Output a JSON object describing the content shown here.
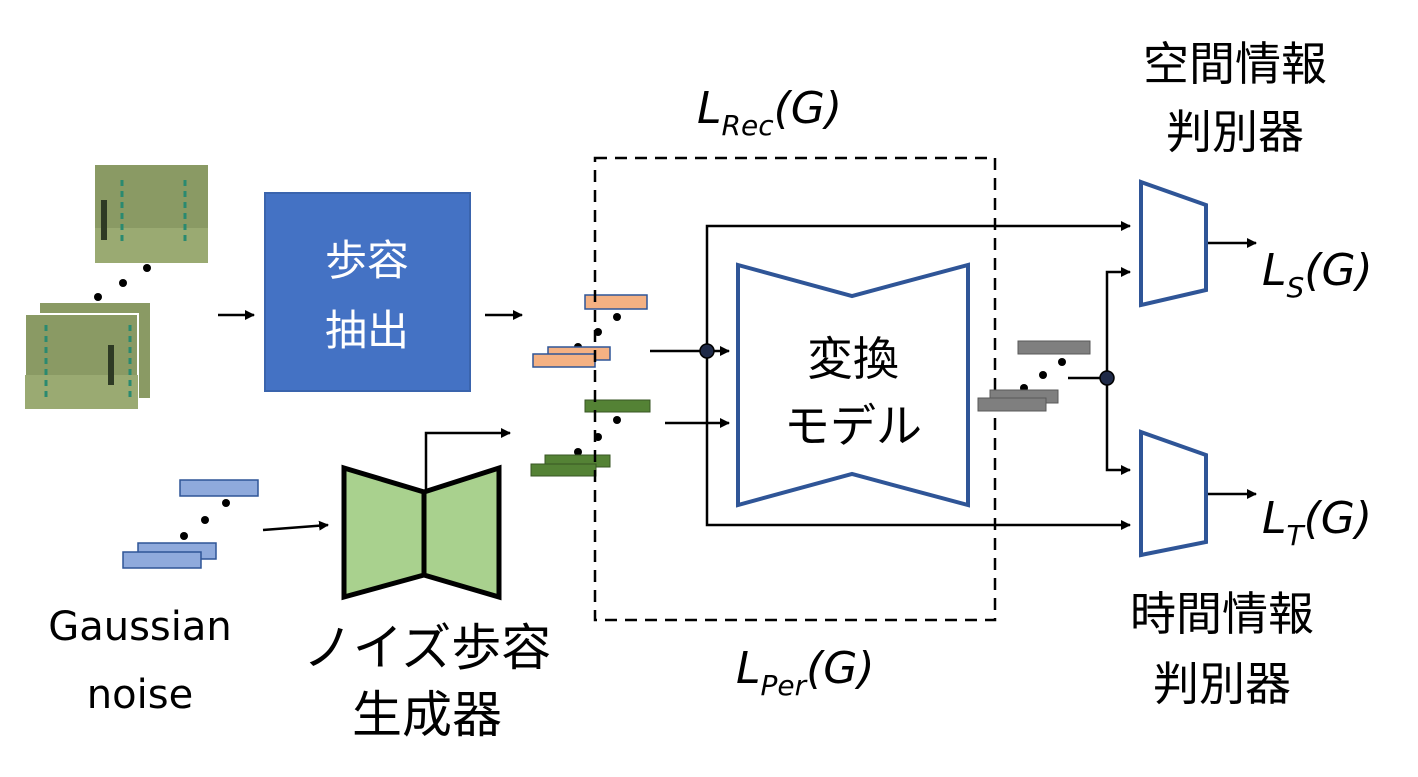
{
  "extractor_box": {
    "line1": "歩容",
    "line2": "抽出",
    "fill": "#4472c4",
    "text_color": "#ffffff"
  },
  "transform_model": {
    "line1": "変換",
    "line2": "モデル",
    "stroke": "#2f5597"
  },
  "noise_generator": {
    "line1": "ノイズ歩容",
    "line2": "生成器",
    "fill": "#a9d18e"
  },
  "gaussian_noise": {
    "line1": "Gaussian",
    "line2": "noise",
    "vector_fill": "#8faadc"
  },
  "spatial_discriminator": {
    "line1": "空間情報",
    "line2": "判別器",
    "stroke": "#2f5597"
  },
  "temporal_discriminator": {
    "line1": "時間情報",
    "line2": "判別器",
    "stroke": "#2f5597"
  },
  "losses": {
    "rec": {
      "main": "L",
      "sub": "Rec",
      "tail": "(G)"
    },
    "per": {
      "main": "L",
      "sub": "Per",
      "tail": "(G)"
    },
    "s": {
      "main": "L",
      "sub": "S",
      "tail": "(G)"
    },
    "t": {
      "main": "L",
      "sub": "T",
      "tail": "(G)"
    }
  },
  "feature_colors": {
    "gait": "#f4b183",
    "noise": "#548235",
    "output": "#7f7f7f"
  },
  "frame_colors": {
    "background": "#8a9a64",
    "floor": "#9aaa72",
    "marker": "#2a8a70"
  }
}
